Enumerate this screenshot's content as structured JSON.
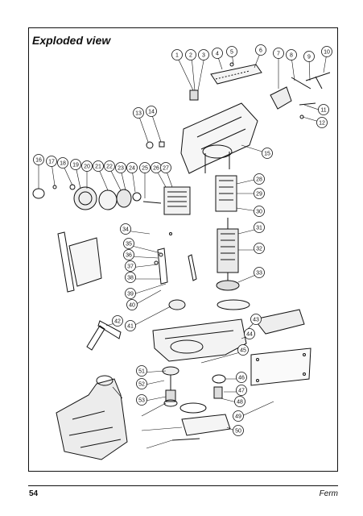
{
  "page": {
    "title": "Exploded view",
    "page_number": "54",
    "brand": "Ferm"
  },
  "callouts": [
    "1",
    "2",
    "3",
    "4",
    "5",
    "6",
    "7",
    "8",
    "9",
    "10",
    "11",
    "12",
    "13",
    "14",
    "15",
    "16",
    "17",
    "18",
    "19",
    "20",
    "21",
    "22",
    "23",
    "24",
    "25",
    "26",
    "27",
    "28",
    "29",
    "30",
    "31",
    "32",
    "33",
    "34",
    "35",
    "36",
    "37",
    "38",
    "39",
    "40",
    "41",
    "42",
    "43",
    "44",
    "45",
    "46",
    "47",
    "48",
    "49",
    "50",
    "51",
    "52",
    "53"
  ]
}
